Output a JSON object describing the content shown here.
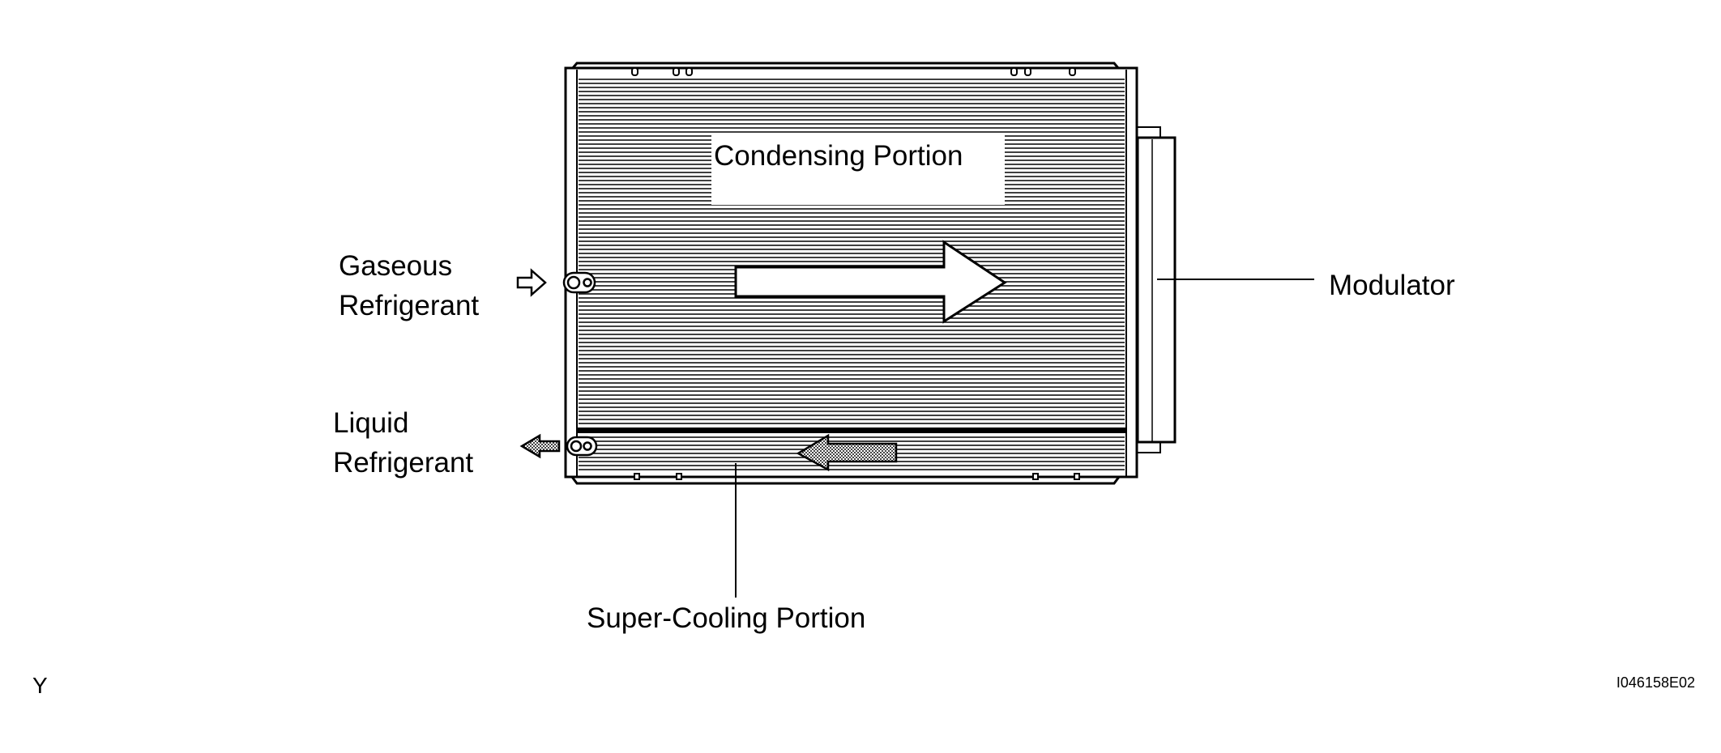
{
  "labels": {
    "condensing_portion": "Condensing Portion",
    "gaseous_line1": "Gaseous",
    "gaseous_line2": "Refrigerant",
    "liquid_line1": "Liquid",
    "liquid_line2": "Refrigerant",
    "modulator": "Modulator",
    "super_cooling_portion": "Super-Cooling Portion"
  },
  "corner_codes": {
    "left": "Y",
    "right": "I046158E02"
  }
}
